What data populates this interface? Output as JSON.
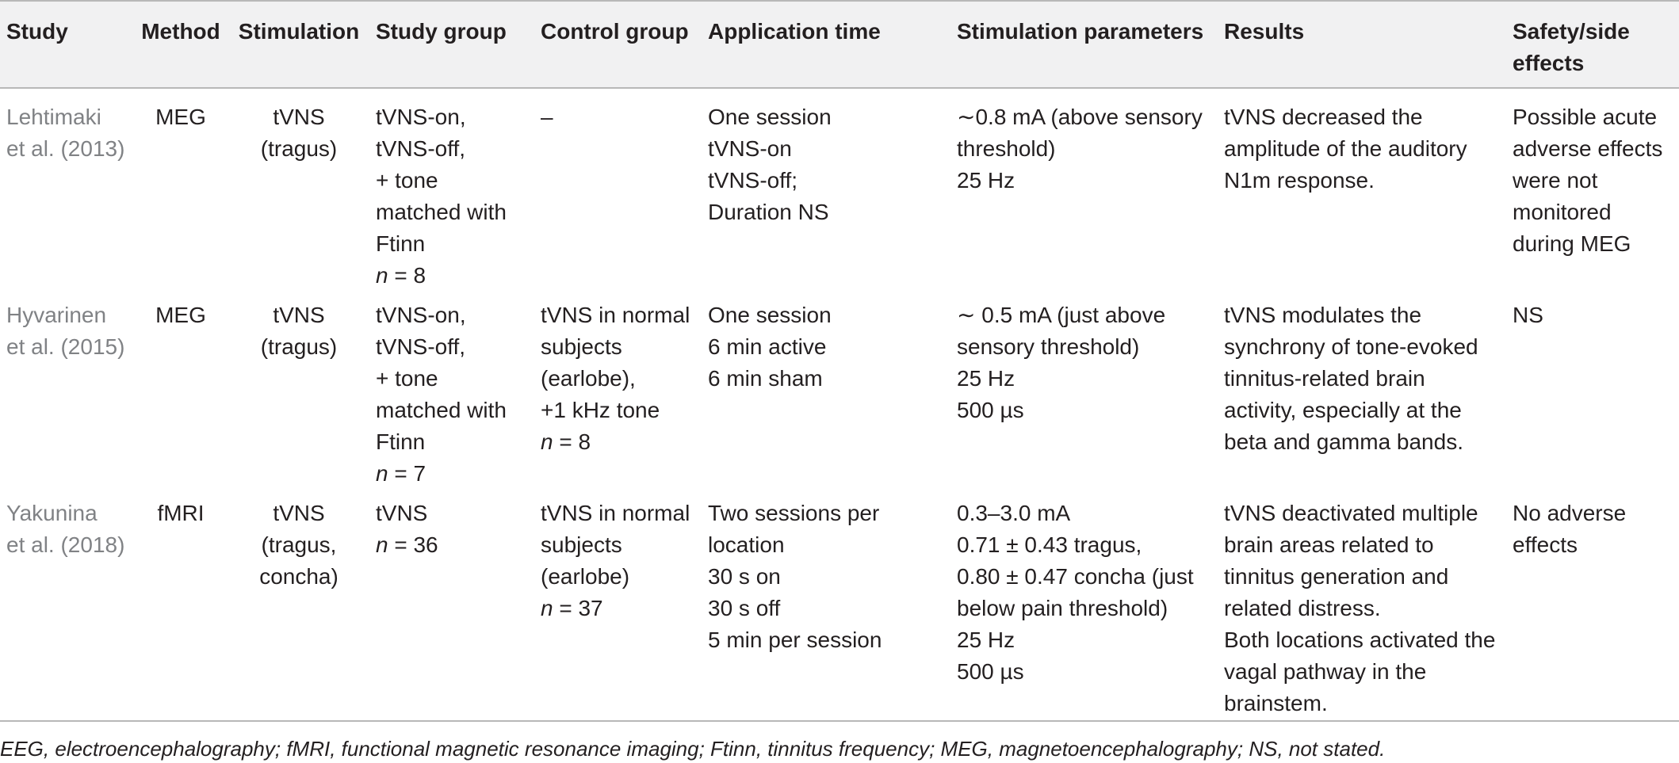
{
  "headers": [
    "Study",
    "Method",
    "Stimulation",
    "Study group",
    "Control group",
    "Application time",
    "Stimulation parameters",
    "Results",
    "Safety/side effects"
  ],
  "header_safety_lines": [
    "Safety/side",
    "effects"
  ],
  "rows": [
    {
      "study": [
        "Lehtimaki",
        "et al. (2013)"
      ],
      "method": "MEG",
      "stimulation": [
        "tVNS",
        "(tragus)"
      ],
      "study_group": [
        "tVNS-on,",
        "tVNS-off,",
        "+ tone",
        "matched with",
        "Ftinn"
      ],
      "study_group_n": "n = 8",
      "control_group": [
        "–"
      ],
      "control_group_n": "",
      "application_time": [
        "One session",
        "tVNS-on",
        "tVNS-off;",
        "Duration NS"
      ],
      "parameters": [
        "∼0.8 mA (above sensory",
        "threshold)",
        "25 Hz"
      ],
      "results": [
        "tVNS decreased the",
        "amplitude of the auditory",
        "N1m response."
      ],
      "safety": [
        "Possible acute",
        "adverse effects",
        "were not",
        "monitored",
        "during MEG"
      ]
    },
    {
      "study": [
        "Hyvarinen",
        "et al. (2015)"
      ],
      "method": "MEG",
      "stimulation": [
        "tVNS",
        "(tragus)"
      ],
      "study_group": [
        "tVNS-on,",
        "tVNS-off,",
        "+ tone",
        "matched with",
        "Ftinn"
      ],
      "study_group_n": "n = 7",
      "control_group": [
        "tVNS in normal",
        "subjects",
        "(earlobe),",
        "+1 kHz tone"
      ],
      "control_group_n": "n = 8",
      "application_time": [
        "One session",
        "6 min active",
        "6 min sham"
      ],
      "parameters": [
        "∼ 0.5 mA (just above",
        "sensory threshold)",
        "25 Hz",
        "500 µs"
      ],
      "results": [
        "tVNS modulates the",
        "synchrony of tone-evoked",
        "tinnitus-related brain",
        "activity, especially at the",
        "beta and gamma bands."
      ],
      "safety": [
        "NS"
      ]
    },
    {
      "study": [
        "Yakunina",
        "et al. (2018)"
      ],
      "method": "fMRI",
      "stimulation": [
        "tVNS",
        "(tragus,",
        "concha)"
      ],
      "study_group": [
        "tVNS"
      ],
      "study_group_n": "n = 36",
      "control_group": [
        "tVNS in normal",
        "subjects",
        "(earlobe)"
      ],
      "control_group_n": "n = 37",
      "application_time": [
        "Two sessions per",
        "location",
        "30 s on",
        "30 s off",
        "5 min per session"
      ],
      "parameters": [
        "0.3–3.0 mA",
        "0.71 ± 0.43 tragus,",
        "0.80 ± 0.47 concha (just",
        "below pain threshold)",
        "25 Hz",
        "500 µs"
      ],
      "results": [
        "tVNS deactivated multiple",
        "brain areas related to",
        "tinnitus generation and",
        "related distress.",
        "Both locations activated the",
        "vagal pathway in the",
        "brainstem."
      ],
      "safety": [
        "No adverse",
        "effects"
      ]
    }
  ],
  "footnote": "EEG, electroencephalography; fMRI, functional magnetic resonance imaging; Ftinn, tinnitus frequency; MEG, magnetoencephalography; NS, not stated."
}
